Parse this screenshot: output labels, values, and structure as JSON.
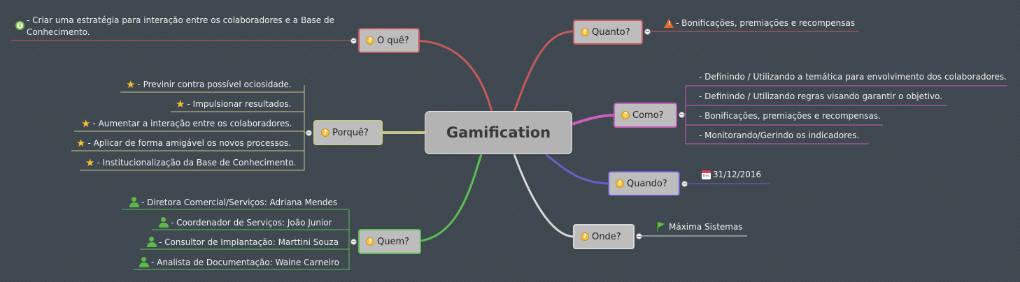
{
  "central": {
    "label": "Gamification"
  },
  "branches": {
    "oque": {
      "label": "O quê?",
      "items": [
        {
          "icon": "info-icon",
          "text": "- Criar uma estratégia para interação entre os colaboradores e a Base de Conhecimento."
        }
      ]
    },
    "porque": {
      "label": "Porquê?",
      "items": [
        {
          "icon": "star-icon",
          "text": "- Previnir contra possível ociosidade."
        },
        {
          "icon": "star-icon",
          "text": "- Impulsionar resultados."
        },
        {
          "icon": "star-icon",
          "text": "- Aumentar a interação entre os colaboradores."
        },
        {
          "icon": "star-icon",
          "text": "- Aplicar de forma amigável os novos processos."
        },
        {
          "icon": "star-icon",
          "text": "- Institucionalização da Base de Conhecimento."
        }
      ]
    },
    "quem": {
      "label": "Quem?",
      "items": [
        {
          "icon": "person-icon",
          "text": "- Diretora Comercial/Serviços: Adriana Mendes"
        },
        {
          "icon": "person-icon",
          "text": "- Coordenador de Serviços: João Junior"
        },
        {
          "icon": "person-icon",
          "text": "- Consultor de Implantação: Marttini Souza"
        },
        {
          "icon": "person-icon",
          "text": "- Analista de Documentação: Waine Carneiro"
        }
      ]
    },
    "quanto": {
      "label": "Quanto?",
      "items": [
        {
          "icon": "warning-icon",
          "text": "- Bonificações, premiações e recompensas"
        }
      ]
    },
    "como": {
      "label": "Como?",
      "items": [
        {
          "text": "- Definindo / Utilizando a temática para envolvimento dos colaboradores."
        },
        {
          "text": "- Definindo / Utilizando regras visando garantir o objetivo."
        },
        {
          "text": "- Bonificações, premiações e recompensas."
        },
        {
          "text": "- Monitorando/Gerindo os indicadores."
        }
      ]
    },
    "quando": {
      "label": "Quando?",
      "items": [
        {
          "icon": "calendar-icon",
          "icon_text": "Dec",
          "text": "31/12/2016"
        }
      ]
    },
    "onde": {
      "label": "Onde?",
      "items": [
        {
          "icon": "flag-icon",
          "text": "Máxima Sistemas"
        }
      ]
    }
  },
  "colors": {
    "background": "#3f4850",
    "oque": "#c45a5d",
    "porque": "#c8c88c",
    "quem": "#5cbf55",
    "quanto": "#c45a5d",
    "como": "#c85fbf",
    "quando": "#6a5fc8",
    "onde": "#d8d8d8"
  }
}
